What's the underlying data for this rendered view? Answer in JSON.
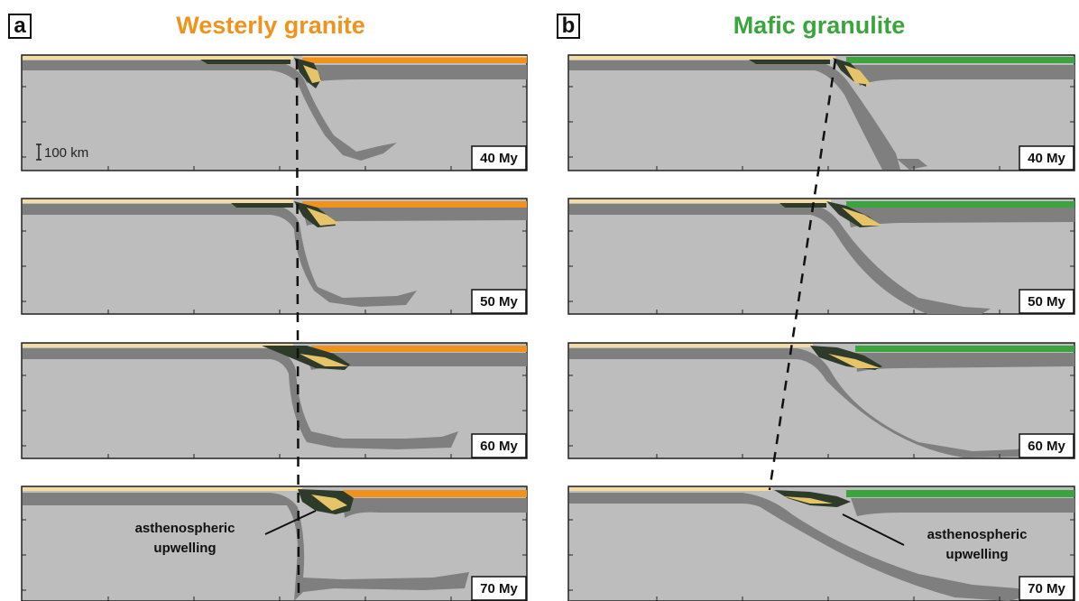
{
  "columns": [
    {
      "letter": "a",
      "title": "Westerly granite",
      "accent_color": "#f0921c",
      "scale_label": "100 km",
      "panels": [
        {
          "age": "40 My"
        },
        {
          "age": "50 My"
        },
        {
          "age": "60 My"
        },
        {
          "age": "70 My"
        }
      ],
      "annotation": [
        "asthenospheric",
        "upwelling"
      ]
    },
    {
      "letter": "b",
      "title": "Mafic granulite",
      "accent_color": "#3aa53d",
      "panels": [
        {
          "age": "40 My"
        },
        {
          "age": "50 My"
        },
        {
          "age": "60 My"
        },
        {
          "age": "70 My"
        }
      ],
      "annotation": [
        "asthenospheric",
        "upwelling"
      ]
    }
  ],
  "colors": {
    "mantle": "#bdbdbd",
    "slab": "#7f7f7f",
    "sediment_light": "#f4dca0",
    "mixed_zone_dark": "#2f3b2a"
  }
}
